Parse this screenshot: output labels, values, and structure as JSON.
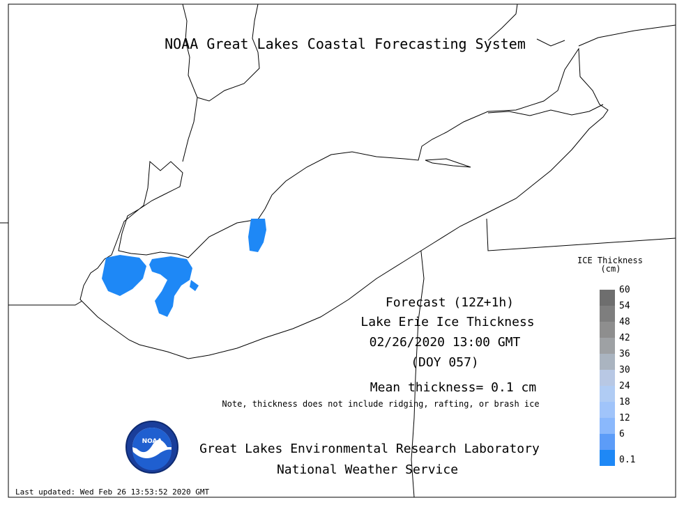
{
  "title": "NOAA Great Lakes Coastal Forecasting System",
  "forecast": {
    "line1": "Forecast (12Z+1h)",
    "line2": "Lake Erie Ice Thickness",
    "line3": "02/26/2020 13:00 GMT",
    "line4": "(DOY 057)",
    "mean": "Mean thickness= 0.1 cm",
    "note": "Note, thickness does not include ridging, rafting, or brash ice"
  },
  "credits": {
    "line1": "Great Lakes Environmental Research Laboratory",
    "line2": "National Weather Service",
    "logo_text": "NOAA"
  },
  "last_updated": "Last updated: Wed Feb 26 13:53:52 2020 GMT",
  "legend": {
    "title": "ICE Thickness",
    "unit": "(cm)",
    "ticks": [
      "60",
      "54",
      "48",
      "42",
      "36",
      "30",
      "24",
      "18",
      "12",
      "6",
      "0.1"
    ],
    "colors": [
      "#6e6e6e",
      "#7e7e7e",
      "#8e8e8e",
      "#9ea1a4",
      "#aab4c0",
      "#b8c8e4",
      "#b0ccf4",
      "#a0c4fa",
      "#8ab8fc",
      "#5c9cf8",
      "#1e88f6"
    ]
  },
  "colors": {
    "ice": "#1e88f6",
    "lines": "#000000"
  }
}
